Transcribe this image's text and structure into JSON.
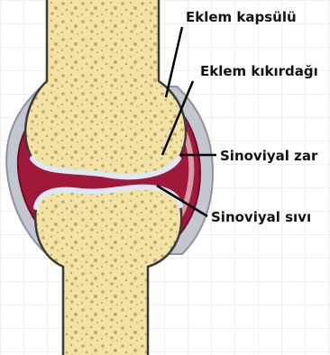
{
  "labels": {
    "capsule": "Eklem kapsülü",
    "cartilage": "Eklem kıkırdağı",
    "membrane": "Sinoviyal zar",
    "fluid": "Sinoviyal sıvı"
  },
  "colors": {
    "background": "#ffffff",
    "grid": "#e6dce8",
    "bone": "#f2e2a6",
    "bone_outline": "#3a3a3a",
    "bone_pores": "#c7aa62",
    "capsule": "#c3c8d0",
    "membrane": "#a0183a",
    "cartilage": "#dce8f3",
    "label_text": "#111111",
    "pointer": "#000000"
  }
}
